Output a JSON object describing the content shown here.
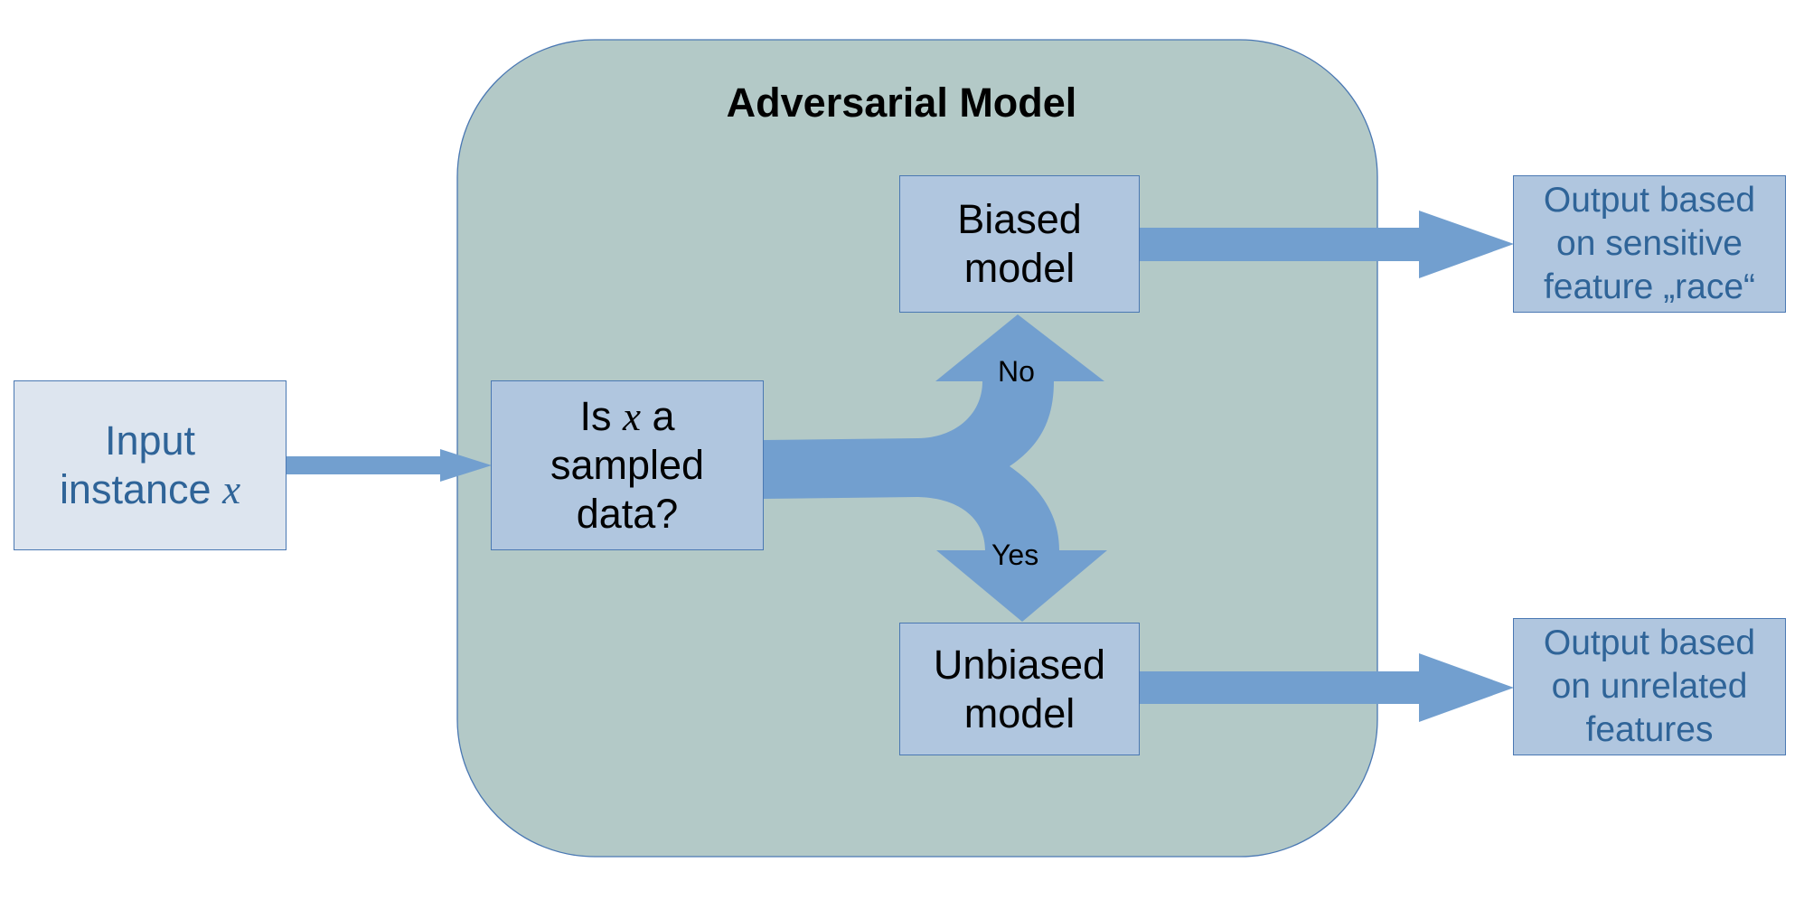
{
  "title": "Adversarial Model",
  "input": {
    "line1": "Input",
    "line2_text": "instance ",
    "var": "x"
  },
  "decision": {
    "prefix": "Is ",
    "var": "x",
    "suffix": " a",
    "line2": "sampled",
    "line3": "data?"
  },
  "biased": {
    "line1": "Biased",
    "line2": "model"
  },
  "unbiased": {
    "line1": "Unbiased",
    "line2": "model"
  },
  "branch_no": "No",
  "branch_yes": "Yes",
  "output_sensitive": {
    "line1": "Output based",
    "line2": "on sensitive",
    "line3": "feature „race“"
  },
  "output_unrelated": {
    "line1": "Output based",
    "line2": "on unrelated",
    "line3": "features"
  },
  "colors": {
    "container_fill": "#b3c9c7",
    "box_fill": "#b0c6df",
    "input_fill": "#dde5ef",
    "border": "#4a78b3",
    "arrow": "#729fcf",
    "blue_text": "#2f6498"
  }
}
